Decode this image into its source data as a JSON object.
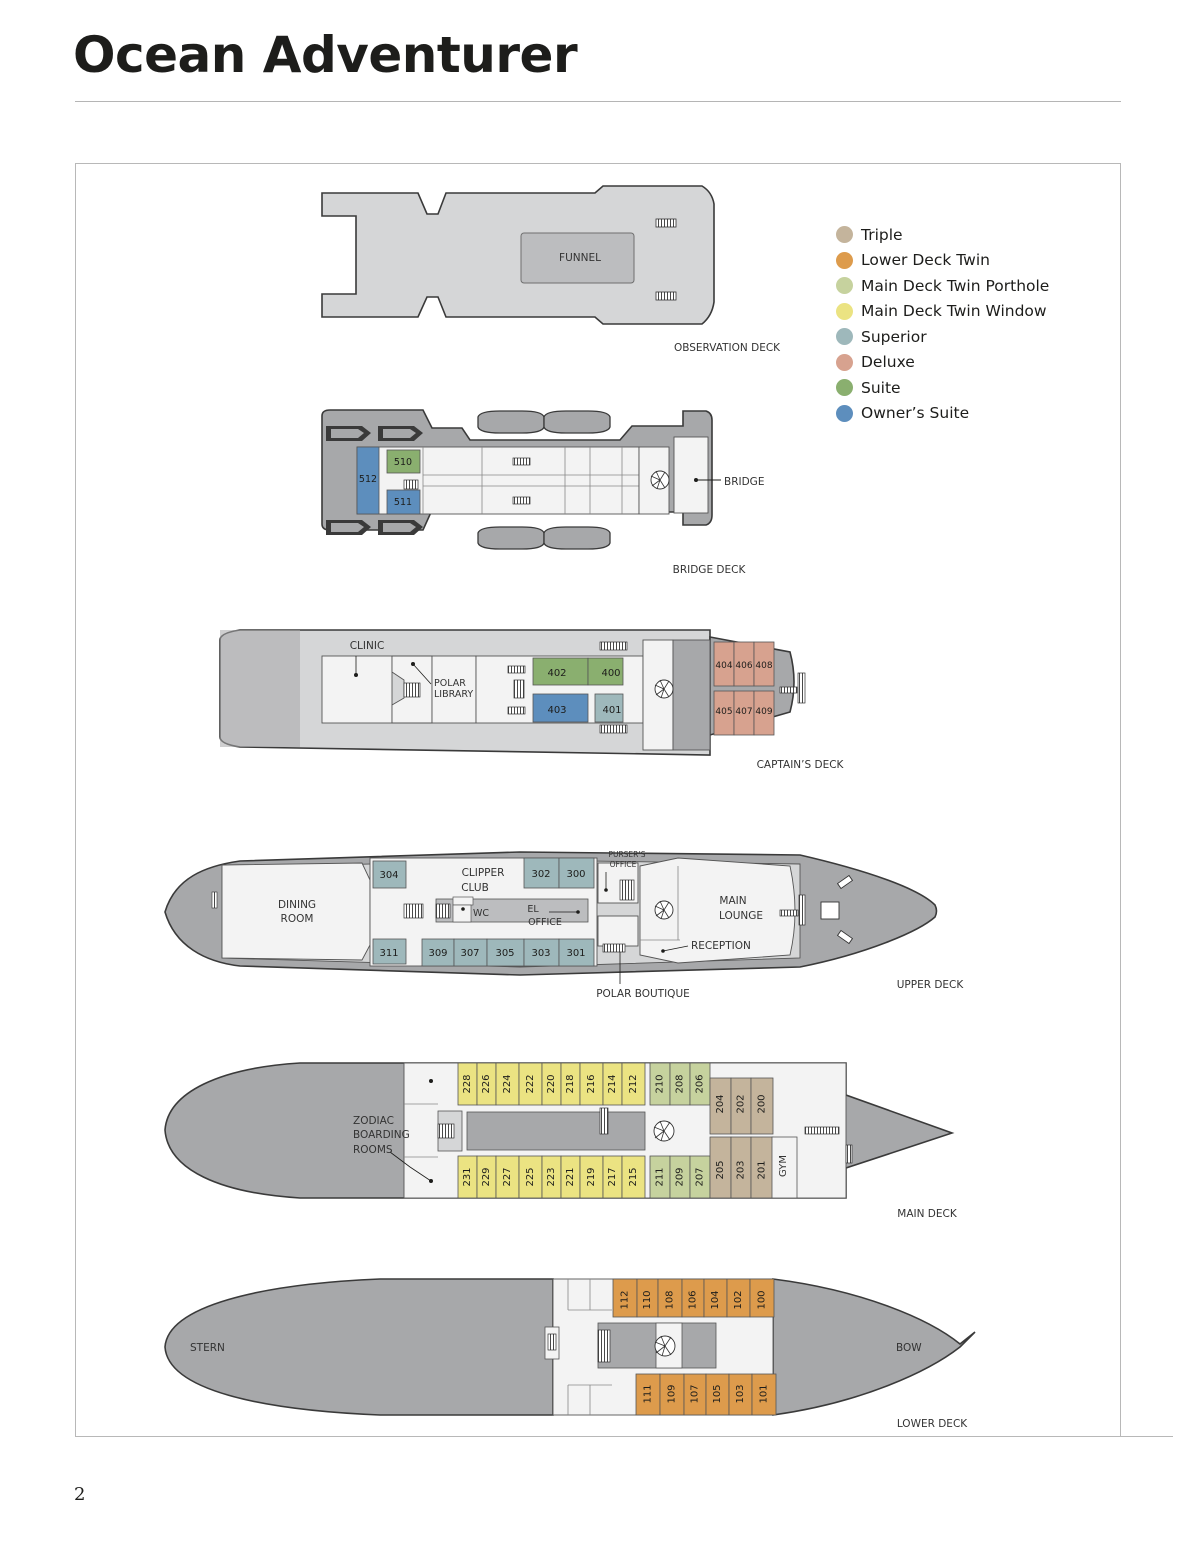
{
  "title": "Ocean Adventurer",
  "page_number": "2",
  "colors": {
    "triple": "#c4b49c",
    "lower_deck_twin": "#dd9b4c",
    "main_deck_twin_porthole": "#c6d29e",
    "main_deck_twin_window": "#ebe382",
    "superior": "#9eb8bb",
    "deluxe": "#d7a28f",
    "suite": "#8aaf6f",
    "owners_suite": "#5d8ebd",
    "hull": "#a7a8aa",
    "deck": "#d5d6d7",
    "interior": "#f3f3f3",
    "funnel": "#bcbdbf",
    "outline": "#3a3a3a"
  },
  "legend": [
    {
      "label": "Triple",
      "color": "#c4b49c"
    },
    {
      "label": "Lower Deck Twin",
      "color": "#dd9b4c"
    },
    {
      "label": "Main Deck Twin Porthole",
      "color": "#c6d29e"
    },
    {
      "label": "Main Deck Twin Window",
      "color": "#ebe382"
    },
    {
      "label": "Superior",
      "color": "#9eb8bb"
    },
    {
      "label": "Deluxe",
      "color": "#d7a28f"
    },
    {
      "label": "Suite",
      "color": "#8aaf6f"
    },
    {
      "label": "Owner’s Suite",
      "color": "#5d8ebd"
    }
  ],
  "decks": {
    "observation": {
      "name": "OBSERVATION DECK",
      "labels": {
        "funnel": "FUNNEL"
      }
    },
    "bridge": {
      "name": "BRIDGE DECK",
      "labels": {
        "bridge": "BRIDGE"
      },
      "cabins": [
        {
          "num": "510",
          "cat": "suite"
        },
        {
          "num": "512",
          "cat": "owners_suite"
        },
        {
          "num": "511",
          "cat": "owners_suite"
        }
      ]
    },
    "captains": {
      "name": "CAPTAIN’S DECK",
      "labels": {
        "clinic": "CLINIC",
        "polar": "POLAR",
        "library": "LIBRARY"
      },
      "cabins": [
        {
          "num": "402",
          "cat": "suite"
        },
        {
          "num": "400",
          "cat": "suite"
        },
        {
          "num": "403",
          "cat": "owners_suite"
        },
        {
          "num": "401",
          "cat": "superior"
        },
        {
          "num": "404",
          "cat": "deluxe"
        },
        {
          "num": "406",
          "cat": "deluxe"
        },
        {
          "num": "408",
          "cat": "deluxe"
        },
        {
          "num": "405",
          "cat": "deluxe"
        },
        {
          "num": "407",
          "cat": "deluxe"
        },
        {
          "num": "409",
          "cat": "deluxe"
        }
      ]
    },
    "upper": {
      "name": "UPPER DECK",
      "labels": {
        "dining_1": "DINING",
        "dining_2": "ROOM",
        "clipper_1": "CLIPPER",
        "clipper_2": "CLUB",
        "wc": "WC",
        "el_1": "EL",
        "el_2": "OFFICE",
        "pursers_1": "PURSER’S",
        "pursers_2": "OFFICE",
        "lounge_1": "MAIN",
        "lounge_2": "LOUNGE",
        "reception": "RECEPTION",
        "boutique": "POLAR BOUTIQUE"
      },
      "cabins": [
        {
          "num": "304",
          "cat": "superior"
        },
        {
          "num": "302",
          "cat": "superior"
        },
        {
          "num": "300",
          "cat": "superior"
        },
        {
          "num": "311",
          "cat": "superior"
        },
        {
          "num": "309",
          "cat": "superior"
        },
        {
          "num": "307",
          "cat": "superior"
        },
        {
          "num": "305",
          "cat": "superior"
        },
        {
          "num": "303",
          "cat": "superior"
        },
        {
          "num": "301",
          "cat": "superior"
        }
      ]
    },
    "main": {
      "name": "MAIN DECK",
      "labels": {
        "zodiac_1": "ZODIAC",
        "zodiac_2": "BOARDING",
        "zodiac_3": "ROOMS",
        "gym": "GYM"
      },
      "cabins": [
        {
          "num": "228",
          "cat": "main_deck_twin_window"
        },
        {
          "num": "226",
          "cat": "main_deck_twin_window"
        },
        {
          "num": "224",
          "cat": "main_deck_twin_window"
        },
        {
          "num": "222",
          "cat": "main_deck_twin_window"
        },
        {
          "num": "220",
          "cat": "main_deck_twin_window"
        },
        {
          "num": "218",
          "cat": "main_deck_twin_window"
        },
        {
          "num": "216",
          "cat": "main_deck_twin_window"
        },
        {
          "num": "214",
          "cat": "main_deck_twin_window"
        },
        {
          "num": "212",
          "cat": "main_deck_twin_window"
        },
        {
          "num": "210",
          "cat": "main_deck_twin_porthole"
        },
        {
          "num": "208",
          "cat": "main_deck_twin_porthole"
        },
        {
          "num": "206",
          "cat": "main_deck_twin_porthole"
        },
        {
          "num": "204",
          "cat": "triple"
        },
        {
          "num": "202",
          "cat": "triple"
        },
        {
          "num": "200",
          "cat": "triple"
        },
        {
          "num": "231",
          "cat": "main_deck_twin_window"
        },
        {
          "num": "229",
          "cat": "main_deck_twin_window"
        },
        {
          "num": "227",
          "cat": "main_deck_twin_window"
        },
        {
          "num": "225",
          "cat": "main_deck_twin_window"
        },
        {
          "num": "223",
          "cat": "main_deck_twin_window"
        },
        {
          "num": "221",
          "cat": "main_deck_twin_window"
        },
        {
          "num": "219",
          "cat": "main_deck_twin_window"
        },
        {
          "num": "217",
          "cat": "main_deck_twin_window"
        },
        {
          "num": "215",
          "cat": "main_deck_twin_window"
        },
        {
          "num": "211",
          "cat": "main_deck_twin_porthole"
        },
        {
          "num": "209",
          "cat": "main_deck_twin_porthole"
        },
        {
          "num": "207",
          "cat": "main_deck_twin_porthole"
        },
        {
          "num": "205",
          "cat": "triple"
        },
        {
          "num": "203",
          "cat": "triple"
        },
        {
          "num": "201",
          "cat": "triple"
        }
      ]
    },
    "lower": {
      "name": "LOWER DECK",
      "labels": {
        "stern": "STERN",
        "bow": "BOW"
      },
      "cabins": [
        {
          "num": "112",
          "cat": "lower_deck_twin"
        },
        {
          "num": "110",
          "cat": "lower_deck_twin"
        },
        {
          "num": "108",
          "cat": "lower_deck_twin"
        },
        {
          "num": "106",
          "cat": "lower_deck_twin"
        },
        {
          "num": "104",
          "cat": "lower_deck_twin"
        },
        {
          "num": "102",
          "cat": "lower_deck_twin"
        },
        {
          "num": "100",
          "cat": "lower_deck_twin"
        },
        {
          "num": "111",
          "cat": "lower_deck_twin"
        },
        {
          "num": "109",
          "cat": "lower_deck_twin"
        },
        {
          "num": "107",
          "cat": "lower_deck_twin"
        },
        {
          "num": "105",
          "cat": "lower_deck_twin"
        },
        {
          "num": "103",
          "cat": "lower_deck_twin"
        },
        {
          "num": "101",
          "cat": "lower_deck_twin"
        }
      ]
    }
  }
}
